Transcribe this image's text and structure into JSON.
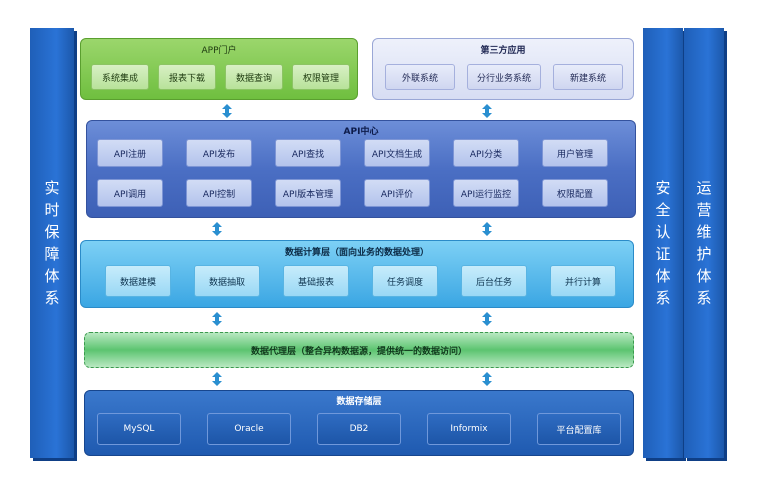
{
  "left_pillar": {
    "label": "实时保障体系"
  },
  "right_pillar_1": {
    "label": "安全认证体系"
  },
  "right_pillar_2": {
    "label": "运营维护体系"
  },
  "app_portal": {
    "title": "APP门户",
    "items": [
      "系统集成",
      "报表下载",
      "数据查询",
      "权限管理"
    ]
  },
  "third_party": {
    "title": "第三方应用",
    "items": [
      "外联系统",
      "分行业务系统",
      "新建系统"
    ]
  },
  "api_center": {
    "title": "API中心",
    "row1": [
      "API注册",
      "API发布",
      "API查找",
      "API文档生成",
      "API分类",
      "用户管理"
    ],
    "row2": [
      "API调用",
      "API控制",
      "API版本管理",
      "API评价",
      "API运行监控",
      "权限配置"
    ]
  },
  "compute_layer": {
    "title": "数据计算层（面向业务的数据处理）",
    "items": [
      "数据建模",
      "数据抽取",
      "基础报表",
      "任务调度",
      "后台任务",
      "并行计算"
    ]
  },
  "proxy_layer": {
    "title": "数据代理层（整合异构数据源，提供统一的数据访问）"
  },
  "storage_layer": {
    "title": "数据存储层",
    "items": [
      "MySQL",
      "Oracle",
      "DB2",
      "Informix",
      "平台配置库"
    ]
  },
  "colors": {
    "pillar": "#2a73d6",
    "portal": "#6fbf3f",
    "api": "#4b6fc4",
    "compute": "#3aa6e3",
    "storage": "#1f5ab0",
    "arrow": "#2a8fd0"
  }
}
